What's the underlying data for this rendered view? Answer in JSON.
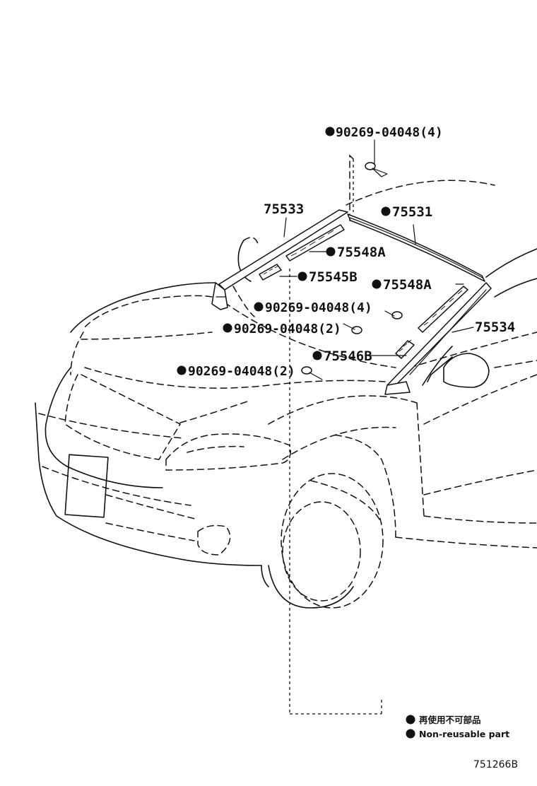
{
  "callouts": [
    {
      "id": "c1",
      "text": "90269-04048(4)",
      "non_reusable": true
    },
    {
      "id": "c2",
      "text": "75533",
      "non_reusable": false
    },
    {
      "id": "c3",
      "text": "75531",
      "non_reusable": true
    },
    {
      "id": "c4",
      "text": "75548A",
      "non_reusable": true
    },
    {
      "id": "c5",
      "text": "75545B",
      "non_reusable": true
    },
    {
      "id": "c6",
      "text": "75548A",
      "non_reusable": true
    },
    {
      "id": "c7",
      "text": "90269-04048(4)",
      "non_reusable": true
    },
    {
      "id": "c8",
      "text": "75534",
      "non_reusable": false
    },
    {
      "id": "c9",
      "text": "90269-04048(2)",
      "non_reusable": true
    },
    {
      "id": "c10",
      "text": "75546B",
      "non_reusable": true
    },
    {
      "id": "c11",
      "text": "90269-04048(2)",
      "non_reusable": true
    }
  ],
  "legend": {
    "japanese": "再使用不可部品",
    "english": "Non-reusable part"
  },
  "figure_id": "751266B"
}
